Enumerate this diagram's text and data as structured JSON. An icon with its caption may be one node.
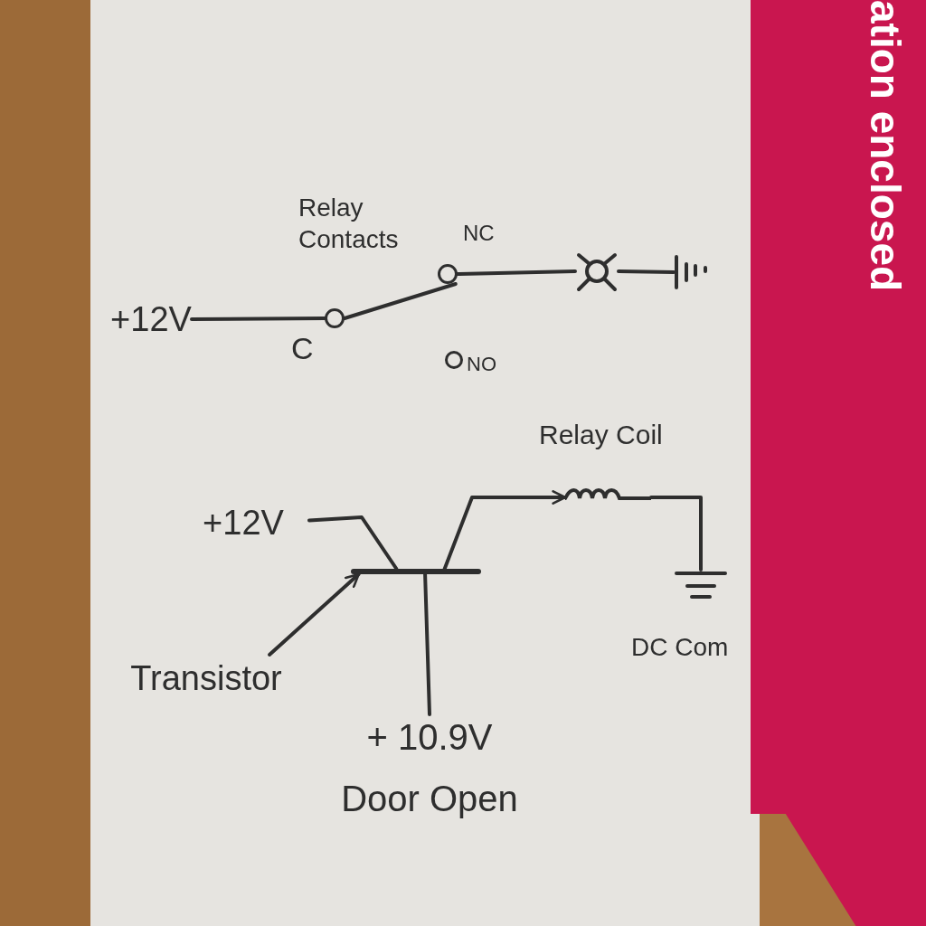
{
  "diagram": {
    "nodes": [
      {
        "text": [
          "+12V"
        ]
      },
      {
        "text": [],
        "shape": "circle",
        "beside": [
          "C"
        ]
      },
      {
        "text": [],
        "shape": "circle",
        "beside": [
          "NC"
        ]
      },
      {
        "text": [],
        "shape": "circle",
        "beside": [
          "NO"
        ]
      },
      {
        "text": [],
        "shape": "circle"
      },
      {
        "text": [],
        "shape": "bar"
      },
      {
        "text": [
          "+12V"
        ]
      },
      {
        "text": [],
        "shape": "bar"
      },
      {
        "text": [
          "Transistor"
        ]
      },
      {
        "text": [],
        "shape": "coil",
        "beside": [
          "Relay Coil"
        ]
      },
      {
        "text": [],
        "shape": "bar",
        "beside": [
          "DC Com"
        ]
      },
      {
        "text": [
          "+ 10.9V",
          "Door Open"
        ]
      }
    ],
    "edges": [
      {
        "from": 0,
        "to": 1,
        "arrow": "none"
      },
      {
        "from": 1,
        "to": 2,
        "arrow": "none"
      },
      {
        "from": 2,
        "to": 4,
        "arrow": "none"
      },
      {
        "from": 4,
        "to": 5,
        "arrow": "none"
      },
      {
        "from": 6,
        "to": 7,
        "arrow": "none"
      },
      {
        "from": 7,
        "to": 9,
        "arrow": "to"
      },
      {
        "from": 9,
        "to": 10,
        "arrow": "none"
      },
      {
        "from": 11,
        "to": 7,
        "arrow": "none"
      },
      {
        "from": 8,
        "to": 7,
        "arrow": "to"
      }
    ],
    "labels": [
      "Relay Contacts",
      "ation enclosed"
    ]
  }
}
